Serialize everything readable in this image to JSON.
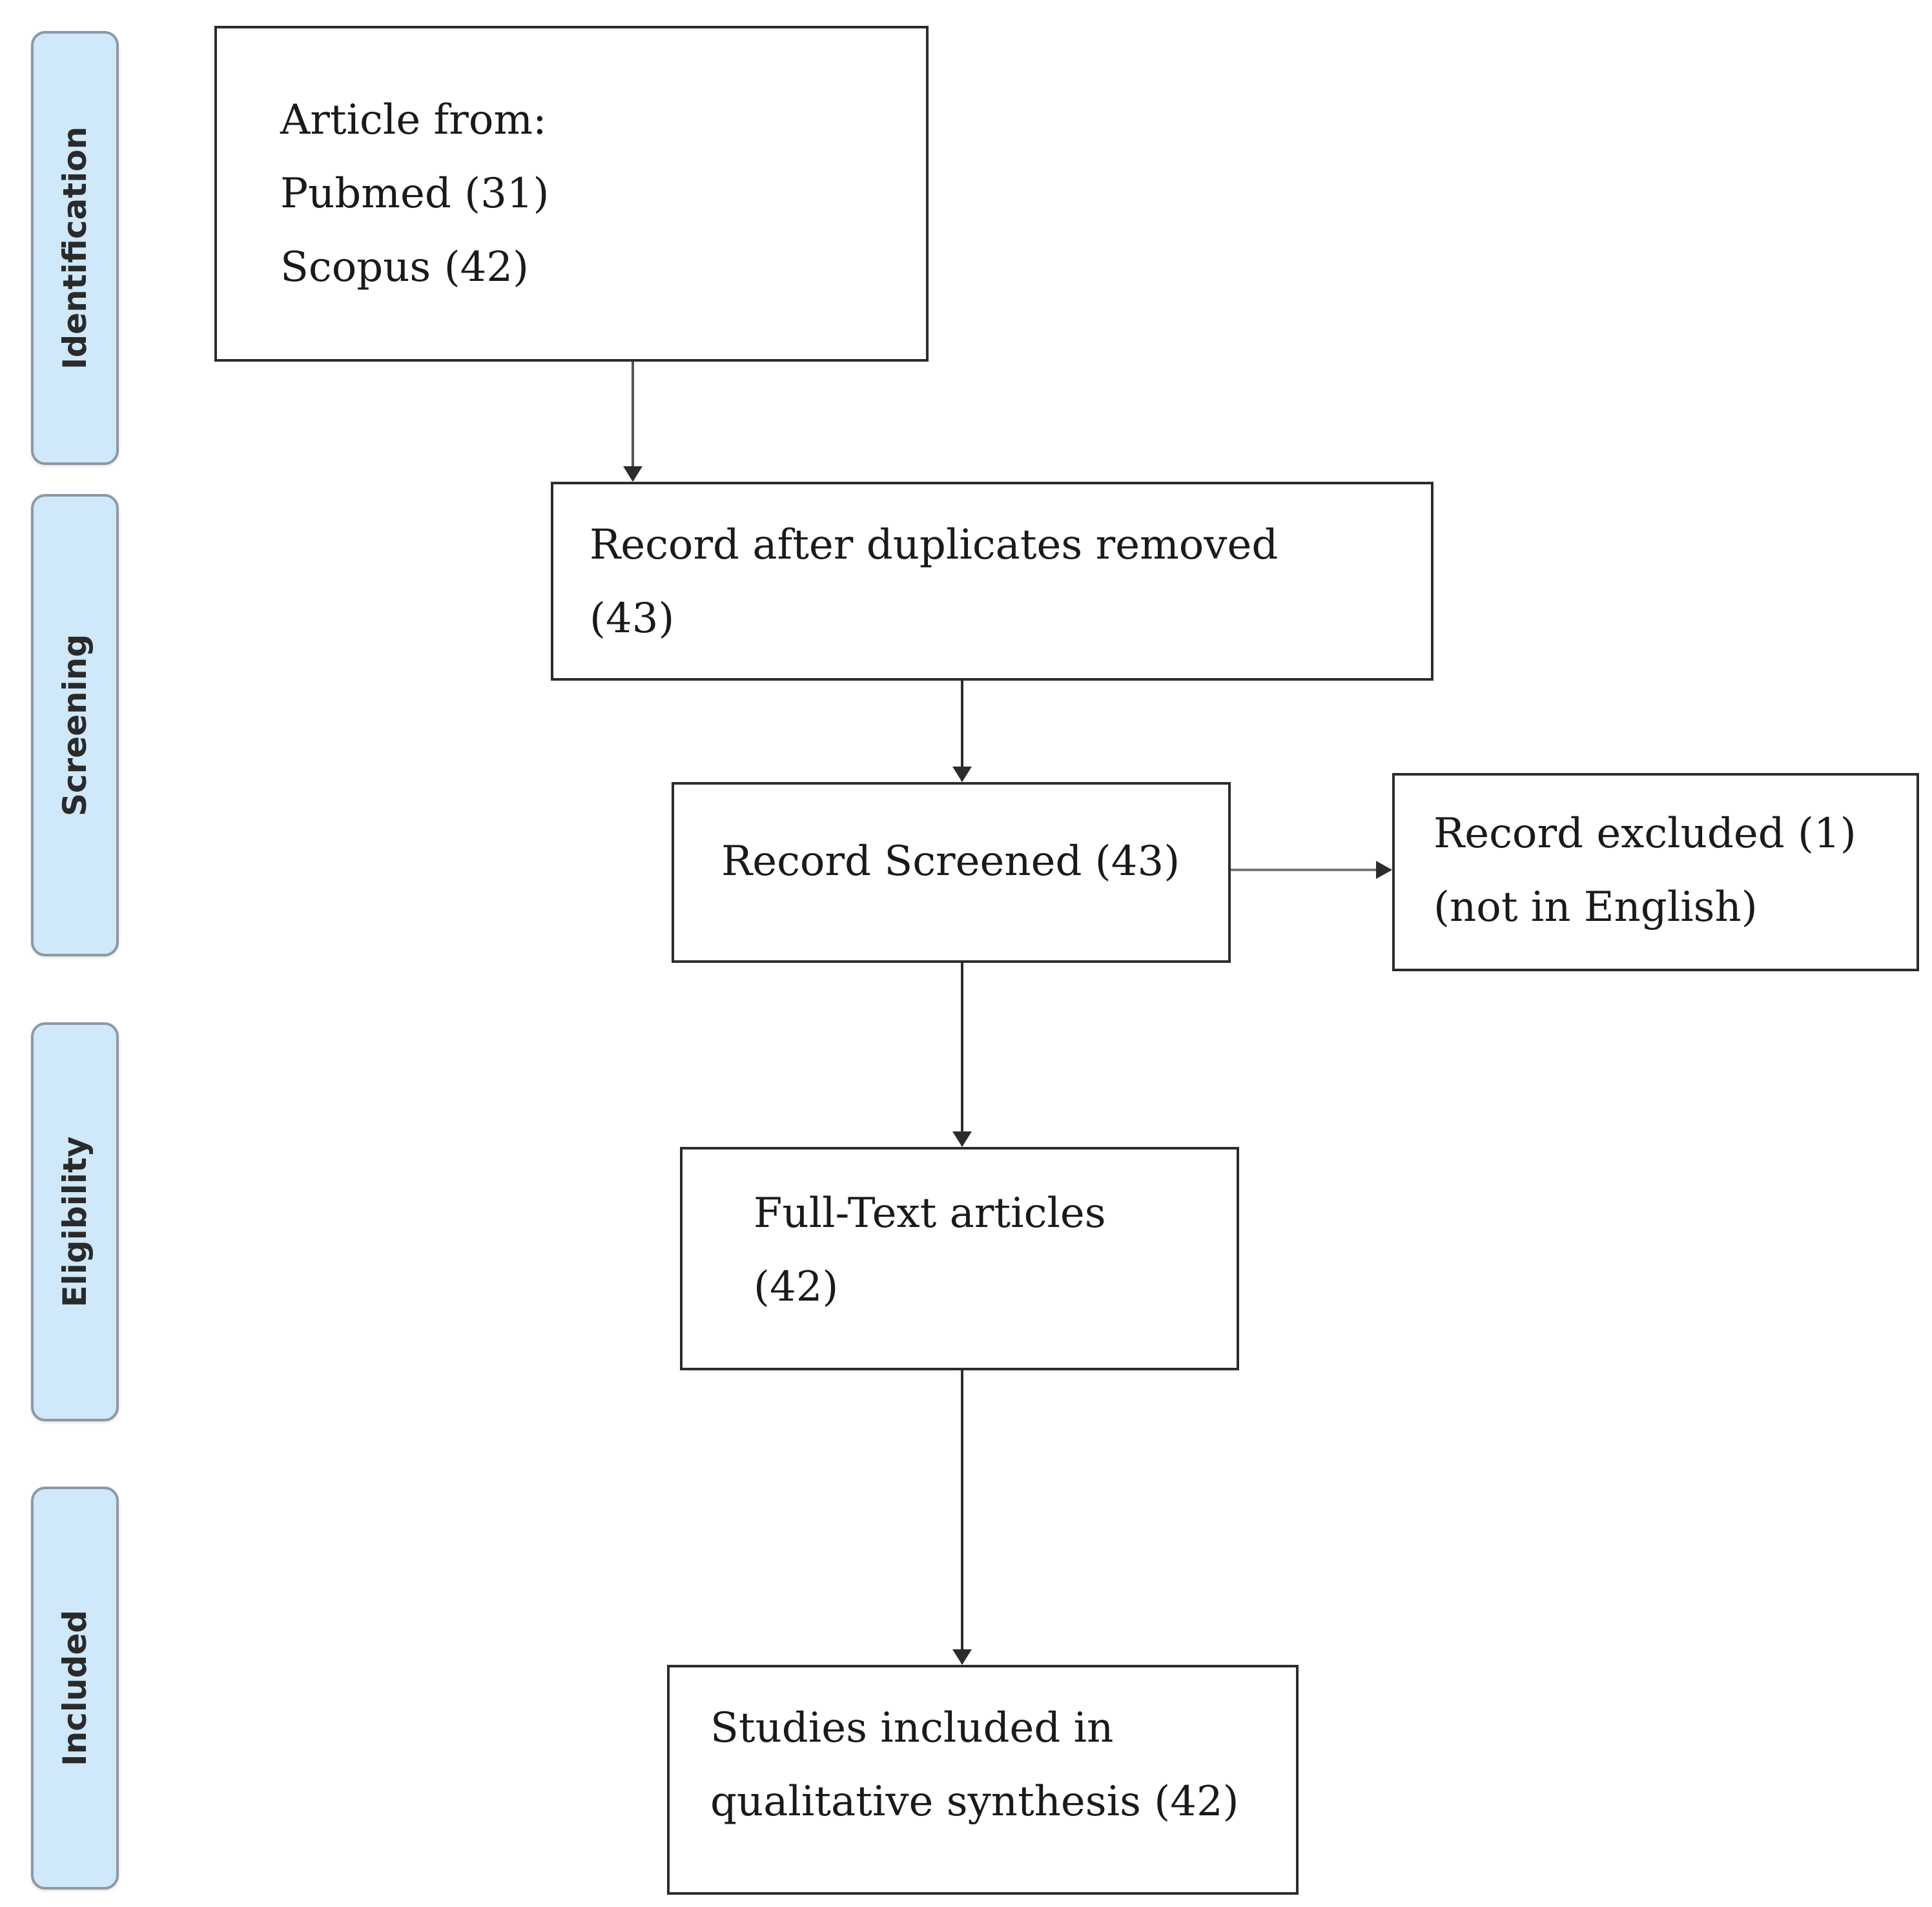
{
  "stages": [
    {
      "label": "Identification"
    },
    {
      "label": "Screening"
    },
    {
      "label": "Eligibility"
    },
    {
      "label": "Included"
    }
  ],
  "boxes": {
    "identification": {
      "lines": [
        "Article from:",
        "Pubmed (31)",
        "Scopus  (42)"
      ]
    },
    "duplicates_removed": {
      "lines": [
        "Record after duplicates removed",
        "(43)"
      ]
    },
    "screened": {
      "lines": [
        "Record Screened (43)"
      ]
    },
    "excluded": {
      "lines": [
        "Record excluded (1)",
        "(not in English)"
      ]
    },
    "full_text": {
      "lines": [
        "Full-Text articles",
        "(42)"
      ]
    },
    "included": {
      "lines": [
        "Studies included in",
        "qualitative synthesis (42)"
      ]
    }
  }
}
